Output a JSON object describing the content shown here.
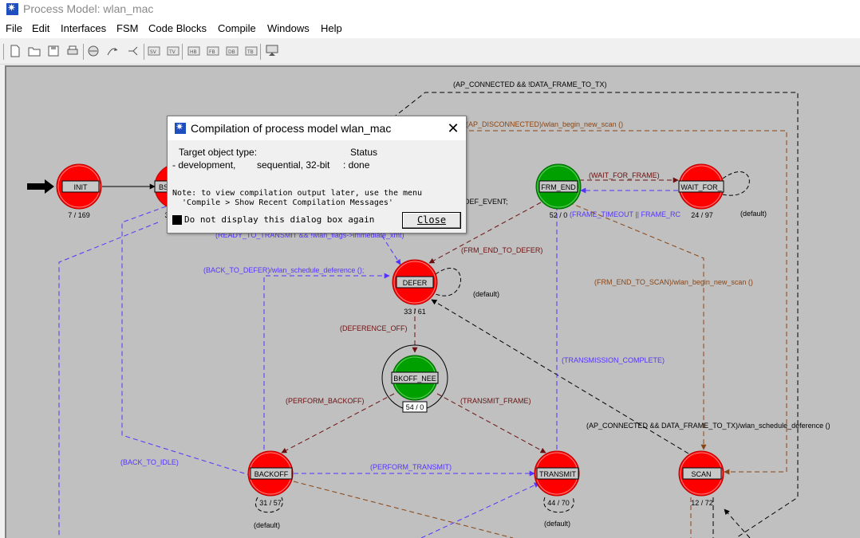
{
  "window": {
    "title": "Process Model: wlan_mac"
  },
  "menu": [
    "File",
    "Edit",
    "Interfaces",
    "FSM",
    "Code Blocks",
    "Compile",
    "Windows",
    "Help"
  ],
  "toolbar": [
    "new-icon",
    "open-icon",
    "save-icon",
    "print-icon",
    "state-icon",
    "transition-icon",
    "split-icon",
    "sv-icon",
    "tv-icon",
    "hb-icon",
    "fb-icon",
    "db-icon",
    "tb-icon",
    "compile-icon"
  ],
  "dialog": {
    "title": "Compilation of process model wlan_mac",
    "col1_header": "Target object type:",
    "col2_header": "Status",
    "row_kind": "- development,",
    "row_mode": "sequential, 32-bit",
    "row_status": ": done",
    "note_line1": "Note: to view compilation output later, use the menu",
    "note_line2": "  'Compile > Show Recent Compilation Messages'",
    "checkbox_label": "Do not display this dialog box again",
    "close_label": "Close"
  },
  "states": [
    {
      "id": "init",
      "name": "INIT",
      "counts": "7 / 169",
      "forced": false
    },
    {
      "id": "bss",
      "name": "BSS",
      "counts": "3",
      "forced": false
    },
    {
      "id": "defer",
      "name": "DEFER",
      "counts": "33 / 61",
      "forced": false
    },
    {
      "id": "frm_end",
      "name": "FRM_END",
      "counts": "52 / 0",
      "forced": true
    },
    {
      "id": "wait_for",
      "name": "WAIT_FOR_",
      "counts": "24 / 97",
      "forced": false
    },
    {
      "id": "bkoff",
      "name": "BKOFF_NEE",
      "counts": "54 / 0",
      "forced": true
    },
    {
      "id": "backoff",
      "name": "BACKOFF",
      "counts": "31 / 57",
      "forced": false
    },
    {
      "id": "transmit",
      "name": "TRANSMIT",
      "counts": "44 / 70",
      "forced": false
    },
    {
      "id": "scan",
      "name": "SCAN",
      "counts": "12 / 72",
      "forced": false
    }
  ],
  "transitions": {
    "ap_conn_not_tx": "(AP_CONNECTED && !DATA_FRAME_TO_TX)",
    "ap_disconnected": "(AP_DISCONNECTED)/wlan_begin_new_scan ()",
    "wait_for_frame": "(WAIT_FOR_FRAME)",
    "frame_timeout": "(FRAME_TIMEOUT || FRAME_RC",
    "def_event": "DEF_EVENT;",
    "ready_to_transmit": "(READY_TO_TRANSMIT && !wlan_flags->immediate_xmt)",
    "back_to_defer": "(BACK_TO_DEFER)/wlan_schedule_deference ();",
    "frm_end_to_defer": "(FRM_END_TO_DEFER)",
    "frm_end_to_scan": "(FRM_END_TO_SCAN)/wlan_begin_new_scan ()",
    "default_defer": "(default)",
    "default_wait": "(default)",
    "deference_off": "(DEFERENCE_OFF)",
    "transmission_complete": "(TRANSMISSION_COMPLETE)",
    "perform_backoff": "(PERFORM_BACKOFF)",
    "transmit_frame": "(TRANSMIT_FRAME)",
    "ap_conn_tx": "(AP_CONNECTED && DATA_FRAME_TO_TX)/wlan_schedule_deference ()",
    "back_to_idle": "(BACK_TO_IDLE)",
    "perform_transmit": "(PERFORM_TRANSMIT)",
    "default_backoff": "(default)",
    "default_transmit": "(default)"
  },
  "colors": {
    "canvas": "#c0c0c0",
    "unforced": "#ff0000",
    "forced": "#00a000",
    "blue_transition": "#5533ff",
    "maroon_transition": "#6b1010",
    "brown_transition": "#8b4513",
    "black_transition": "#000000"
  }
}
